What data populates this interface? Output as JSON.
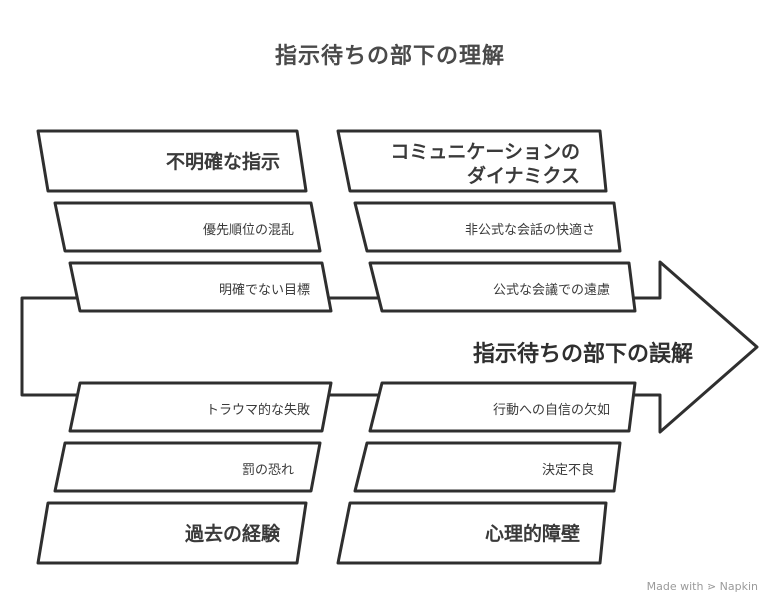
{
  "title": "指示待ちの部下の理解",
  "spine_label": "指示待ちの部下の誤解",
  "top_left": {
    "category": "不明確な指示",
    "items": [
      "優先順位の混乱",
      "明確でない目標"
    ]
  },
  "top_right": {
    "category": "コミュニケーションのダイナミクス",
    "category_line1": "コミュニケーションの",
    "category_line2": "ダイナミクス",
    "items": [
      "非公式な会話の快適さ",
      "公式な会議での遠慮"
    ]
  },
  "bottom_left": {
    "category": "過去の経験",
    "items": [
      "トラウマ的な失敗",
      "罰の恐れ"
    ]
  },
  "bottom_right": {
    "category": "心理的障壁",
    "items": [
      "行動への自信の欠如",
      "決定不良"
    ]
  },
  "watermark": "Made with ⋗ Napkin"
}
